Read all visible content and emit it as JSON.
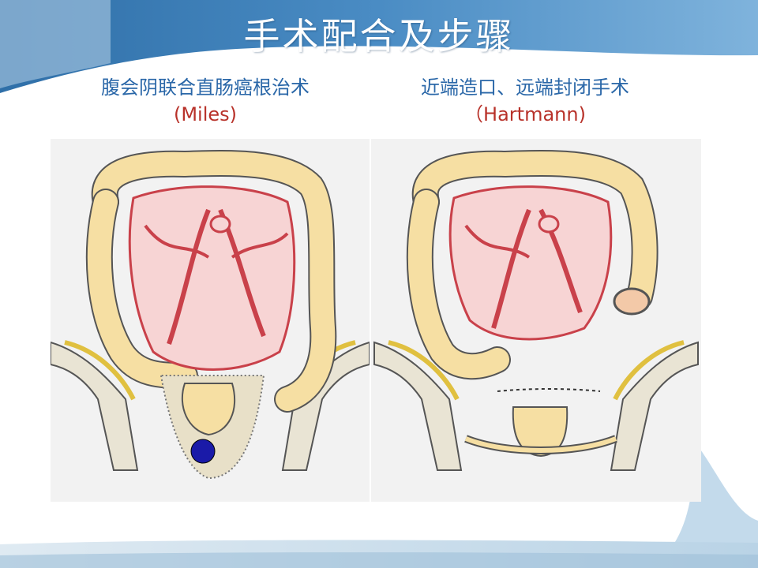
{
  "slide": {
    "title": "手术配合及步骤"
  },
  "left_panel": {
    "caption_cn": "腹会阴联合直肠癌根治术",
    "caption_en": "(Miles)"
  },
  "right_panel": {
    "caption_cn": "近端造口、远端封闭手术",
    "caption_en": "（Hartmann)"
  },
  "colors": {
    "title_band": "#3b7fb7",
    "caption_blue": "#2a67a8",
    "caption_red": "#b8322a",
    "colon": "#f6dfa3",
    "vessel": "#c9414a",
    "mesentery": "#f7c9c9",
    "tumor": "#1a1aa8"
  }
}
